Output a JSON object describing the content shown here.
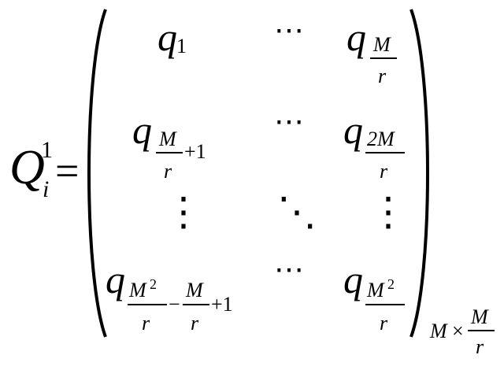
{
  "lhs": {
    "base": "Q",
    "superscript": "1",
    "subscript": "i",
    "equals": "="
  },
  "matrix": {
    "entry_symbol": "q",
    "row1": {
      "c1_sub": "1",
      "c2": "⋯",
      "c3_num": "M",
      "c3_den": "r"
    },
    "row2": {
      "c1_num": "M",
      "c1_den": "r",
      "c1_tail": "+1",
      "c2": "⋯",
      "c3_num": "2M",
      "c3_den": "r"
    },
    "row3": {
      "c1": "⋮",
      "c2": "⋱",
      "c3": "⋮"
    },
    "row4": {
      "c1_num1": "M",
      "c1_num1_exp": "2",
      "c1_den1": "r",
      "c1_minus": "−",
      "c1_num2": "M",
      "c1_den2": "r",
      "c1_tail": "+1",
      "c2": "⋯",
      "c3_num": "M",
      "c3_num_exp": "2",
      "c3_den": "r"
    }
  },
  "dims": {
    "left": "M",
    "times": "×",
    "num": "M",
    "den": "r"
  }
}
